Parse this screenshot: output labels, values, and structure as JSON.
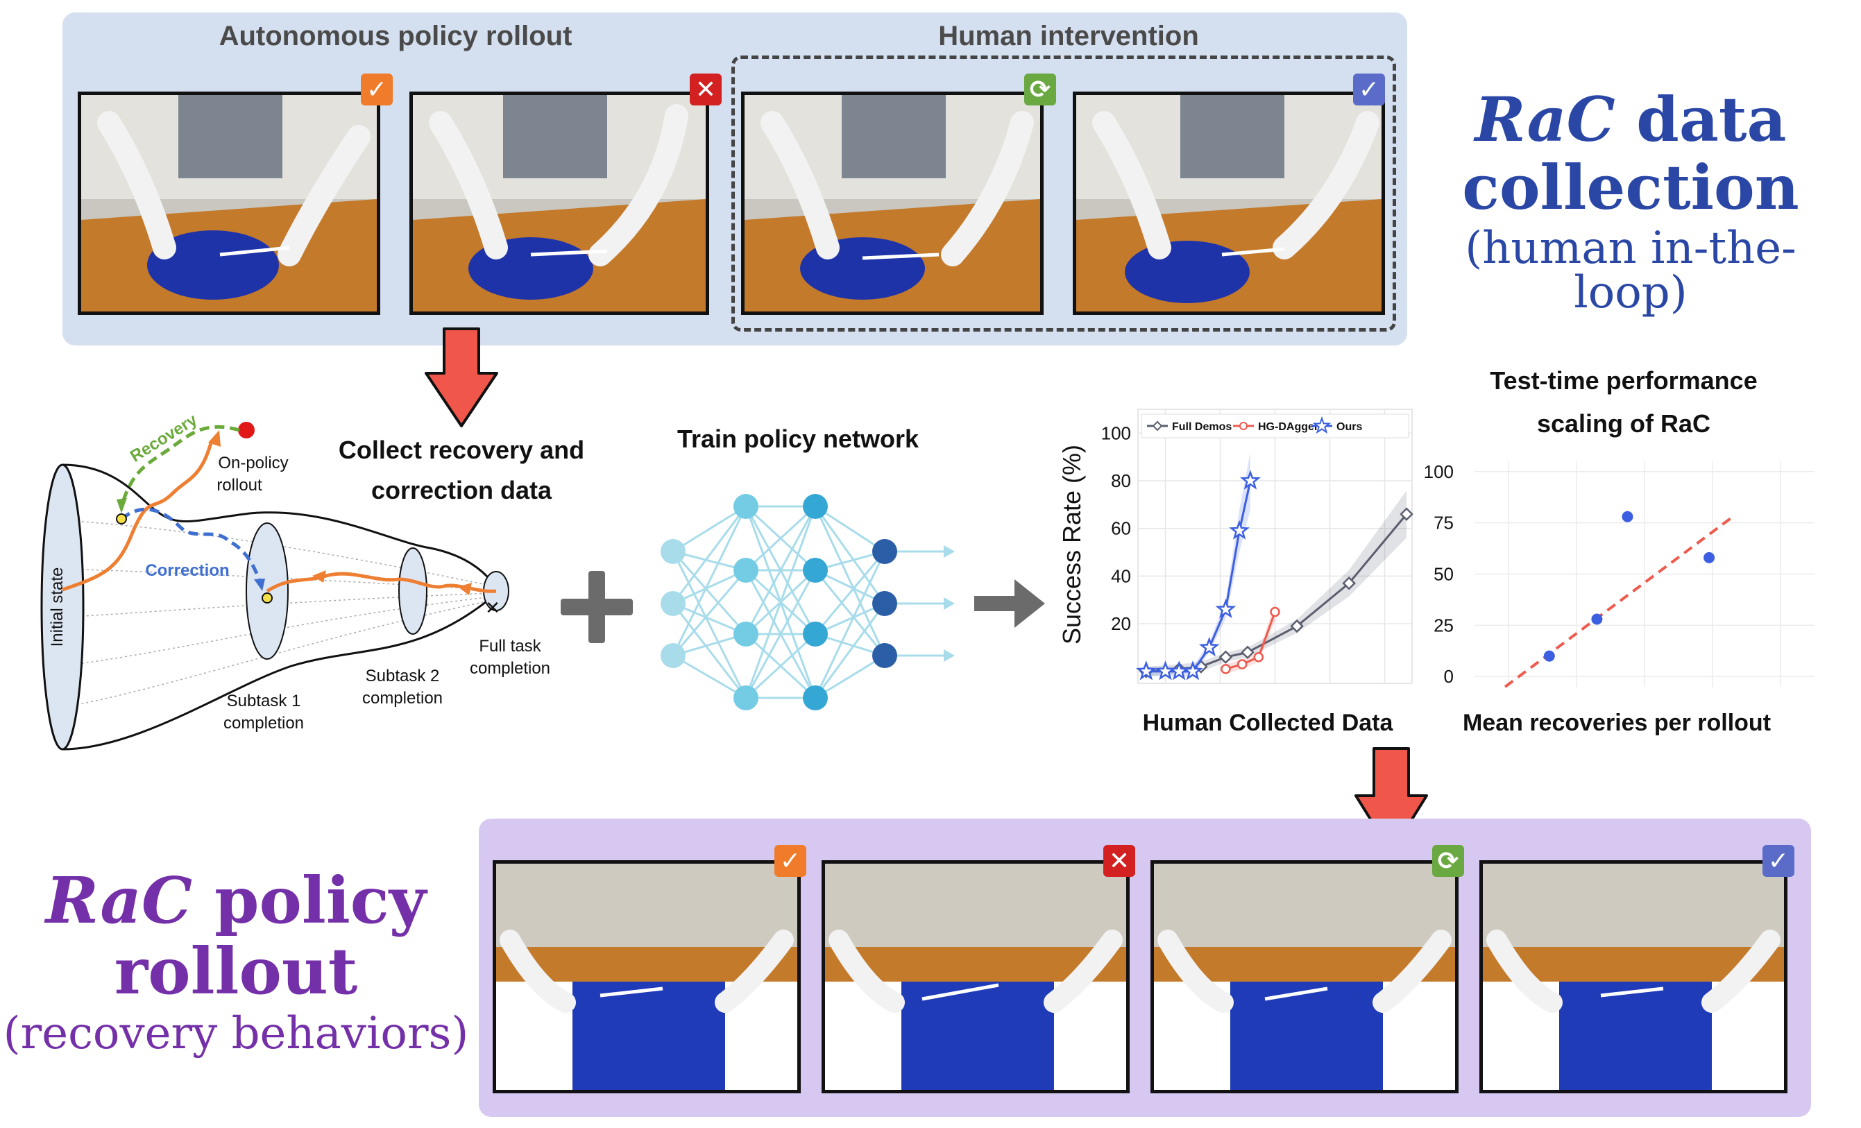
{
  "top": {
    "autonomous_label": "Autonomous policy rollout",
    "intervention_label": "Human intervention",
    "title_italic": "RaC",
    "title_rest_line1": " data",
    "title_line2": "collection",
    "title_line3": "(human in-the-loop)"
  },
  "middle": {
    "collect_label_line1": "Collect recovery and",
    "collect_label_line2": "correction data",
    "train_label": "Train policy network",
    "funnel": {
      "initial_state": "Initial state",
      "recovery": "Recovery",
      "on_policy_line1": "On-policy",
      "on_policy_line2": "rollout",
      "correction": "Correction",
      "subtask1_line1": "Subtask 1",
      "subtask1_line2": "completion",
      "subtask2_line1": "Subtask 2",
      "subtask2_line2": "completion",
      "full_task_line1": "Full task",
      "full_task_line2": "completion"
    },
    "scaling_title_line1": "Test-time performance",
    "scaling_title_line2": "scaling of RaC"
  },
  "bottom": {
    "title_italic": "RaC",
    "title_rest_line1": " policy",
    "title_line2": "rollout",
    "title_line3": "(recovery behaviors)"
  },
  "colors": {
    "top_panel": "#d4dff0",
    "bottom_panel": "#d7c8f2",
    "blue_title": "#2a47a6",
    "purple_title": "#7430a8",
    "arrow_red": "#f0564a",
    "orange": "#ee7f32",
    "recovery_green": "#6aaa3a",
    "correction_blue": "#3f6fd0"
  },
  "badges": {
    "top": [
      "check-icon",
      "cross-icon",
      "refresh-icon",
      "check-icon"
    ],
    "bottom": [
      "check-icon",
      "cross-icon",
      "refresh-icon",
      "check-icon"
    ],
    "glyphs": {
      "check": "✓",
      "cross": "✕",
      "refresh": "⟳"
    }
  },
  "chart_data": [
    {
      "type": "line",
      "xlabel": "Human Collected Data",
      "ylabel": "Success Rate (%)",
      "yticks": [
        20,
        40,
        60,
        80,
        100
      ],
      "ylim": [
        -5,
        110
      ],
      "xlim": [
        0,
        10
      ],
      "grid": true,
      "legend_position": "top",
      "series": [
        {
          "name": "Full Demos",
          "marker": "diamond",
          "color": "#5a5e6e",
          "x": [
            0.3,
            1.5,
            2.3,
            3.2,
            4.0,
            5.8,
            7.7,
            9.8
          ],
          "y": [
            0,
            1,
            2,
            6,
            8,
            19,
            37,
            66
          ]
        },
        {
          "name": "HG-DAgger",
          "marker": "circle",
          "color": "#ee5a4e",
          "x": [
            3.2,
            3.8,
            4.4,
            5.0
          ],
          "y": [
            1,
            3,
            6,
            25
          ]
        },
        {
          "name": "Ours",
          "marker": "star",
          "color": "#3b5fe0",
          "x": [
            0.3,
            1.0,
            1.5,
            2.0,
            2.6,
            3.2,
            3.7,
            4.1
          ],
          "y": [
            0,
            0,
            0,
            0,
            10,
            26,
            59,
            80
          ]
        }
      ]
    },
    {
      "type": "scatter",
      "xlabel": "Mean recoveries per rollout",
      "ylabel": "",
      "yticks": [
        0,
        25,
        50,
        75,
        100
      ],
      "ylim": [
        -5,
        105
      ],
      "xlim": [
        0,
        10
      ],
      "grid": true,
      "points": [
        {
          "x": 2.2,
          "y": 10
        },
        {
          "x": 3.6,
          "y": 28
        },
        {
          "x": 4.5,
          "y": 78
        },
        {
          "x": 6.9,
          "y": 58
        }
      ],
      "trendline": {
        "x": [
          0.9,
          7.6
        ],
        "y": [
          -5,
          78
        ],
        "style": "dashed",
        "color": "#ee5a4e"
      }
    }
  ]
}
